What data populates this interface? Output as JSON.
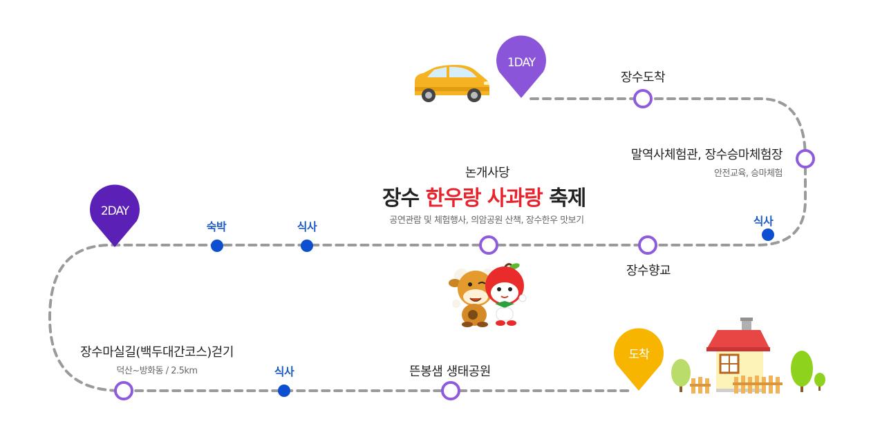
{
  "pins": {
    "day1": "1DAY",
    "day2": "2DAY",
    "arrival": "도착"
  },
  "stops": {
    "jangsu_arrival": "장수도착",
    "horse_title": "말역사체험관, 장수승마체험장",
    "horse_sub": "안전교육, 승마체험",
    "meal_right": "식사",
    "hyanggyo": "장수향교",
    "nongae_title": "논개사당",
    "nongae_sub": "공연관람 및 체험행사, 의암공원 산책, 장수한우 맛보기",
    "meal_mid": "식사",
    "lodging": "숙박",
    "walk_title": "장수마실길(백두대간코스)걷기",
    "walk_sub": "덕산~방화동 / 2.5km",
    "meal_bottom": "식사",
    "park": "뜬봉샘 생태공원"
  },
  "festival_logo": {
    "part1": "장수",
    "part2": "한우랑",
    "part3": "사과랑",
    "part4": "축제"
  },
  "colors": {
    "path": "#9a9a9a",
    "ring": "#8e5bdc",
    "dot": "#0c4fd0",
    "pin_day1": "#8a55d8",
    "pin_day2": "#5b21b6",
    "pin_arrival": "#f7b500",
    "car": "#f5b324",
    "roof": "#e84545",
    "house_wall": "#fdf2b8",
    "tree": "#9ad43a",
    "fence": "#f0b35a"
  },
  "icons": [
    "car-icon",
    "cow-mascot-icon",
    "apple-mascot-icon",
    "house-icon",
    "tree-icon",
    "fence-icon"
  ]
}
